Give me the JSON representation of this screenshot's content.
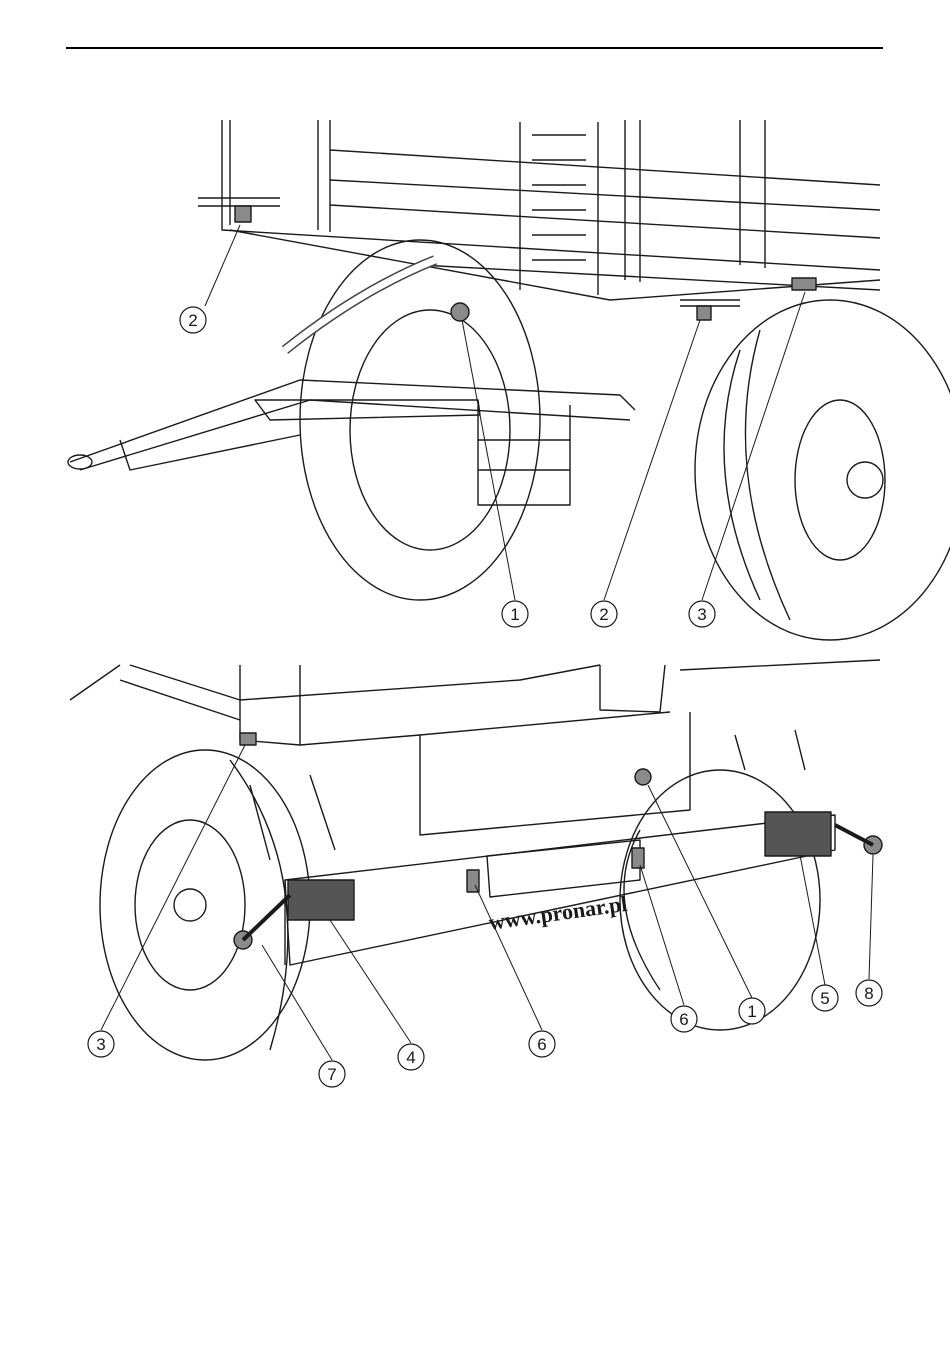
{
  "figure_top": {
    "callouts": [
      {
        "id": "top-callout-2-left",
        "label": "2"
      },
      {
        "id": "top-callout-1",
        "label": "1"
      },
      {
        "id": "top-callout-2-right",
        "label": "2"
      },
      {
        "id": "top-callout-3",
        "label": "3"
      }
    ]
  },
  "figure_bottom": {
    "plate_text": "www.pronar.pl",
    "callouts": [
      {
        "id": "bottom-callout-3",
        "label": "3"
      },
      {
        "id": "bottom-callout-7",
        "label": "7"
      },
      {
        "id": "bottom-callout-4",
        "label": "4"
      },
      {
        "id": "bottom-callout-6-left",
        "label": "6"
      },
      {
        "id": "bottom-callout-6-right",
        "label": "6"
      },
      {
        "id": "bottom-callout-1",
        "label": "1"
      },
      {
        "id": "bottom-callout-5",
        "label": "5"
      },
      {
        "id": "bottom-callout-8",
        "label": "8"
      }
    ]
  },
  "colors": {
    "line": "#1a1a1a",
    "lamp": "#8a8a8a",
    "reflector": "#555555"
  }
}
